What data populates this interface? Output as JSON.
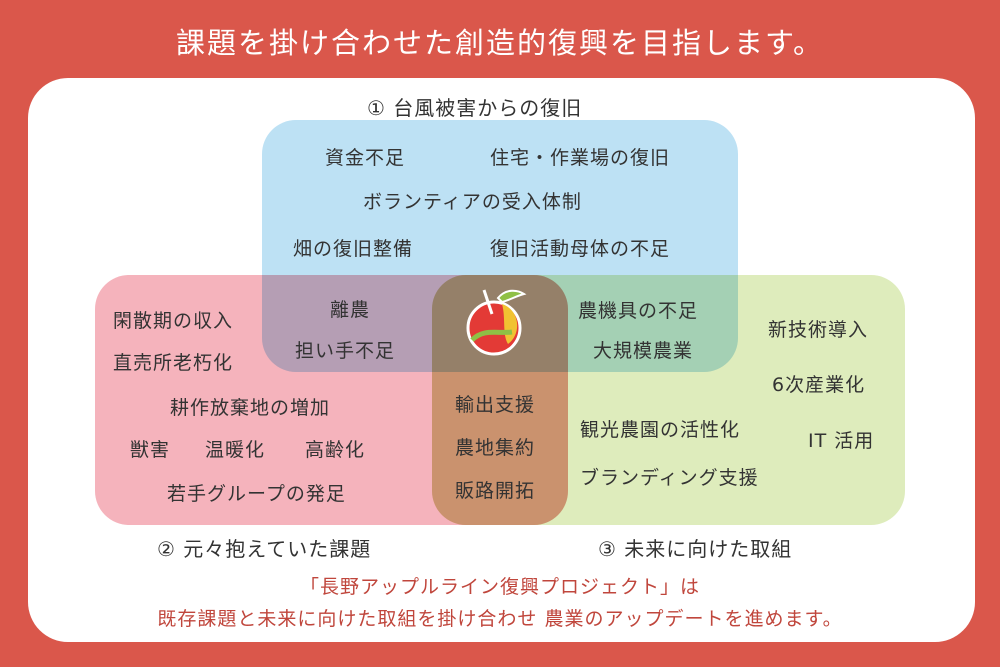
{
  "title": "課題を掛け合わせた創造的復興を目指します。",
  "circle1": {
    "label": "① 台風被害からの復旧",
    "items": [
      "資金不足",
      "住宅・作業場の復旧",
      "ボランティアの受入体制",
      "畑の復旧整備",
      "復旧活動母体の不足"
    ]
  },
  "circle2": {
    "label": "② 元々抱えていた課題",
    "items": [
      "閑散期の収入",
      "直売所老朽化",
      "耕作放棄地の増加",
      "獣害",
      "温暖化",
      "高齢化",
      "若手グループの発足"
    ]
  },
  "circle3": {
    "label": "③ 未来に向けた取組",
    "items": [
      "新技術導入",
      "6次産業化",
      "観光農園の活性化",
      "IT 活用",
      "ブランディング支援"
    ]
  },
  "overlap12": [
    "離農",
    "担い手不足"
  ],
  "overlap13": [
    "農機具の不足",
    "大規模農業"
  ],
  "overlap23": [
    "輸出支援",
    "農地集約",
    "販路開拓"
  ],
  "footer": {
    "line1": "「長野アップルライン復興プロジェクト」は",
    "line2": "既存課題と未来に向けた取組を掛け合わせ 農業のアップデートを進めます。"
  },
  "colors": {
    "background": "#da574b",
    "blue": "#bde1f4",
    "pink": "#f5b3bc",
    "green": "#deecbc"
  }
}
